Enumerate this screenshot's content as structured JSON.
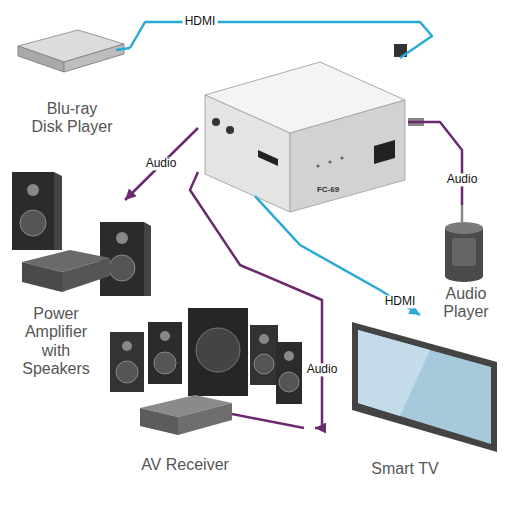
{
  "diagram": {
    "nodes": [
      {
        "text": [
          "Blu-ray Disk Player"
        ]
      },
      {
        "text": [
          "FC-69"
        ]
      },
      {
        "text": [
          "Audio Player"
        ]
      },
      {
        "text": [
          "Power Amplifier with Speakers"
        ]
      },
      {
        "text": [
          "AV Receiver"
        ]
      },
      {
        "text": [
          "Smart TV"
        ]
      }
    ],
    "edges": [
      {
        "from": 0,
        "to": 1,
        "label": "HDMI",
        "arrow": "none"
      },
      {
        "from": 2,
        "to": 1,
        "label": "Audio",
        "arrow": "none"
      },
      {
        "from": 1,
        "to": 3,
        "label": "Audio",
        "arrow": "to"
      },
      {
        "from": 1,
        "to": 4,
        "label": "Audio",
        "arrow": "to"
      },
      {
        "from": 1,
        "to": 5,
        "label": "HDMI",
        "arrow": "to"
      }
    ]
  }
}
